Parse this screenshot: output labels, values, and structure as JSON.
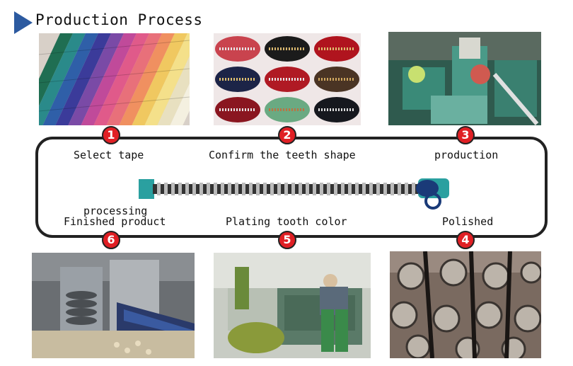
{
  "header": {
    "title": "Production Process"
  },
  "steps": [
    {
      "number": "1",
      "label": "Select tape"
    },
    {
      "number": "2",
      "label": "Confirm the teeth shape"
    },
    {
      "number": "3",
      "label": "production"
    },
    {
      "number": "4",
      "label": "Polished"
    },
    {
      "number": "5",
      "label": "Plating tooth color"
    },
    {
      "number": "6",
      "label": "Finished product"
    }
  ],
  "extra_label": "processing",
  "colors": {
    "accent": "#e01f24",
    "arrow": "#2c5aa0",
    "zipper_tape": "#2aa0a0"
  }
}
